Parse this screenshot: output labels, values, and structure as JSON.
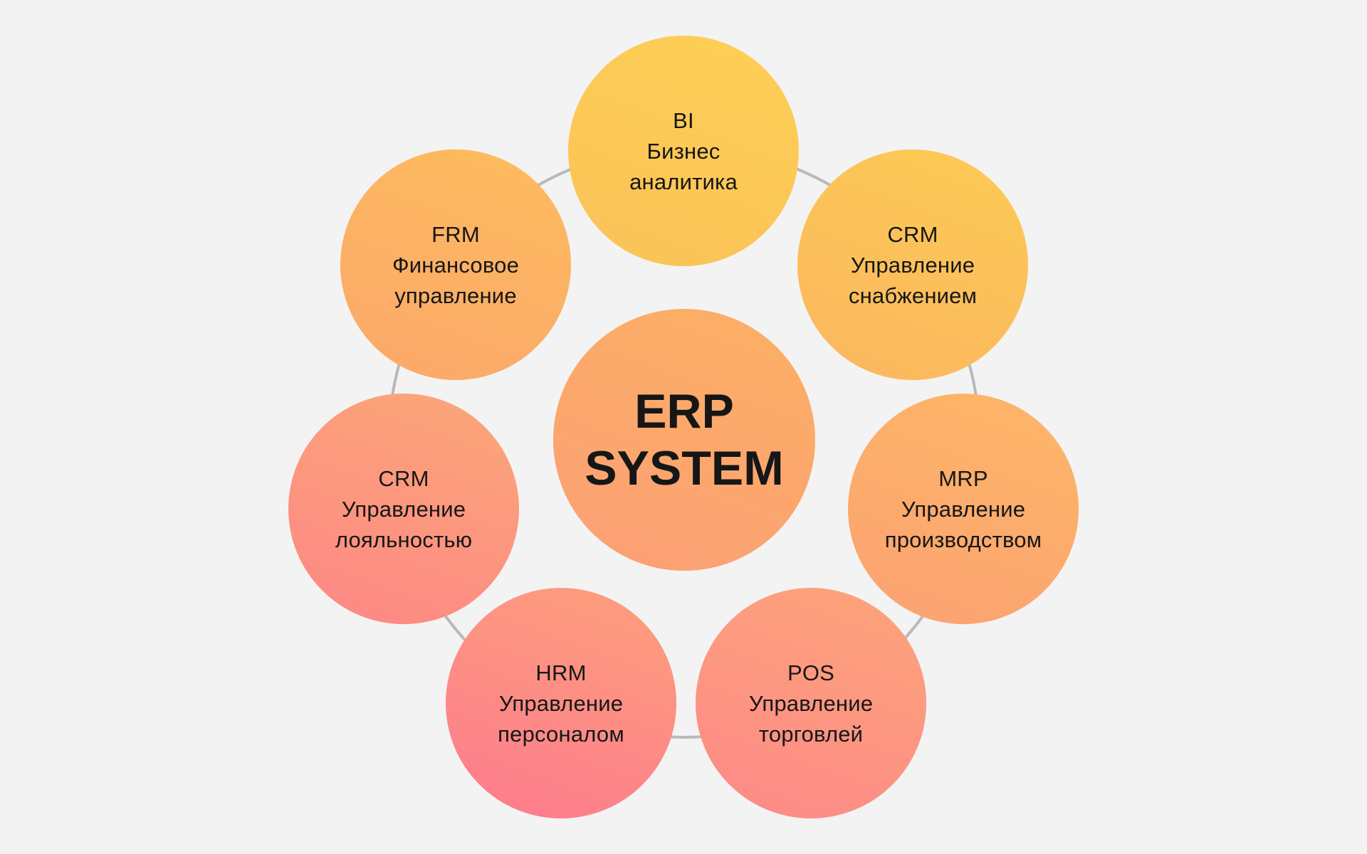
{
  "diagram": {
    "colors": {
      "background": "#f3f3f3",
      "ring": "#b9b9b9",
      "text": "#161616"
    },
    "center": {
      "lines": [
        "ERP",
        "SYSTEM"
      ]
    },
    "modules": [
      {
        "id": "bi",
        "lines": [
          "BI",
          "Бизнес",
          "аналитика"
        ]
      },
      {
        "id": "crm-supply",
        "lines": [
          "CRM",
          "Управление",
          "снабжением"
        ]
      },
      {
        "id": "mrp",
        "lines": [
          "MRP",
          "Управление",
          "производством"
        ]
      },
      {
        "id": "pos",
        "lines": [
          "POS",
          "Управление",
          "торговлей"
        ]
      },
      {
        "id": "hrm",
        "lines": [
          "HRM",
          "Управление",
          "персоналом"
        ]
      },
      {
        "id": "crm-loyalty",
        "lines": [
          "CRM",
          "Управление",
          "лояльностью"
        ]
      },
      {
        "id": "frm",
        "lines": [
          "FRM",
          "Финансовое",
          "управление"
        ]
      }
    ]
  }
}
